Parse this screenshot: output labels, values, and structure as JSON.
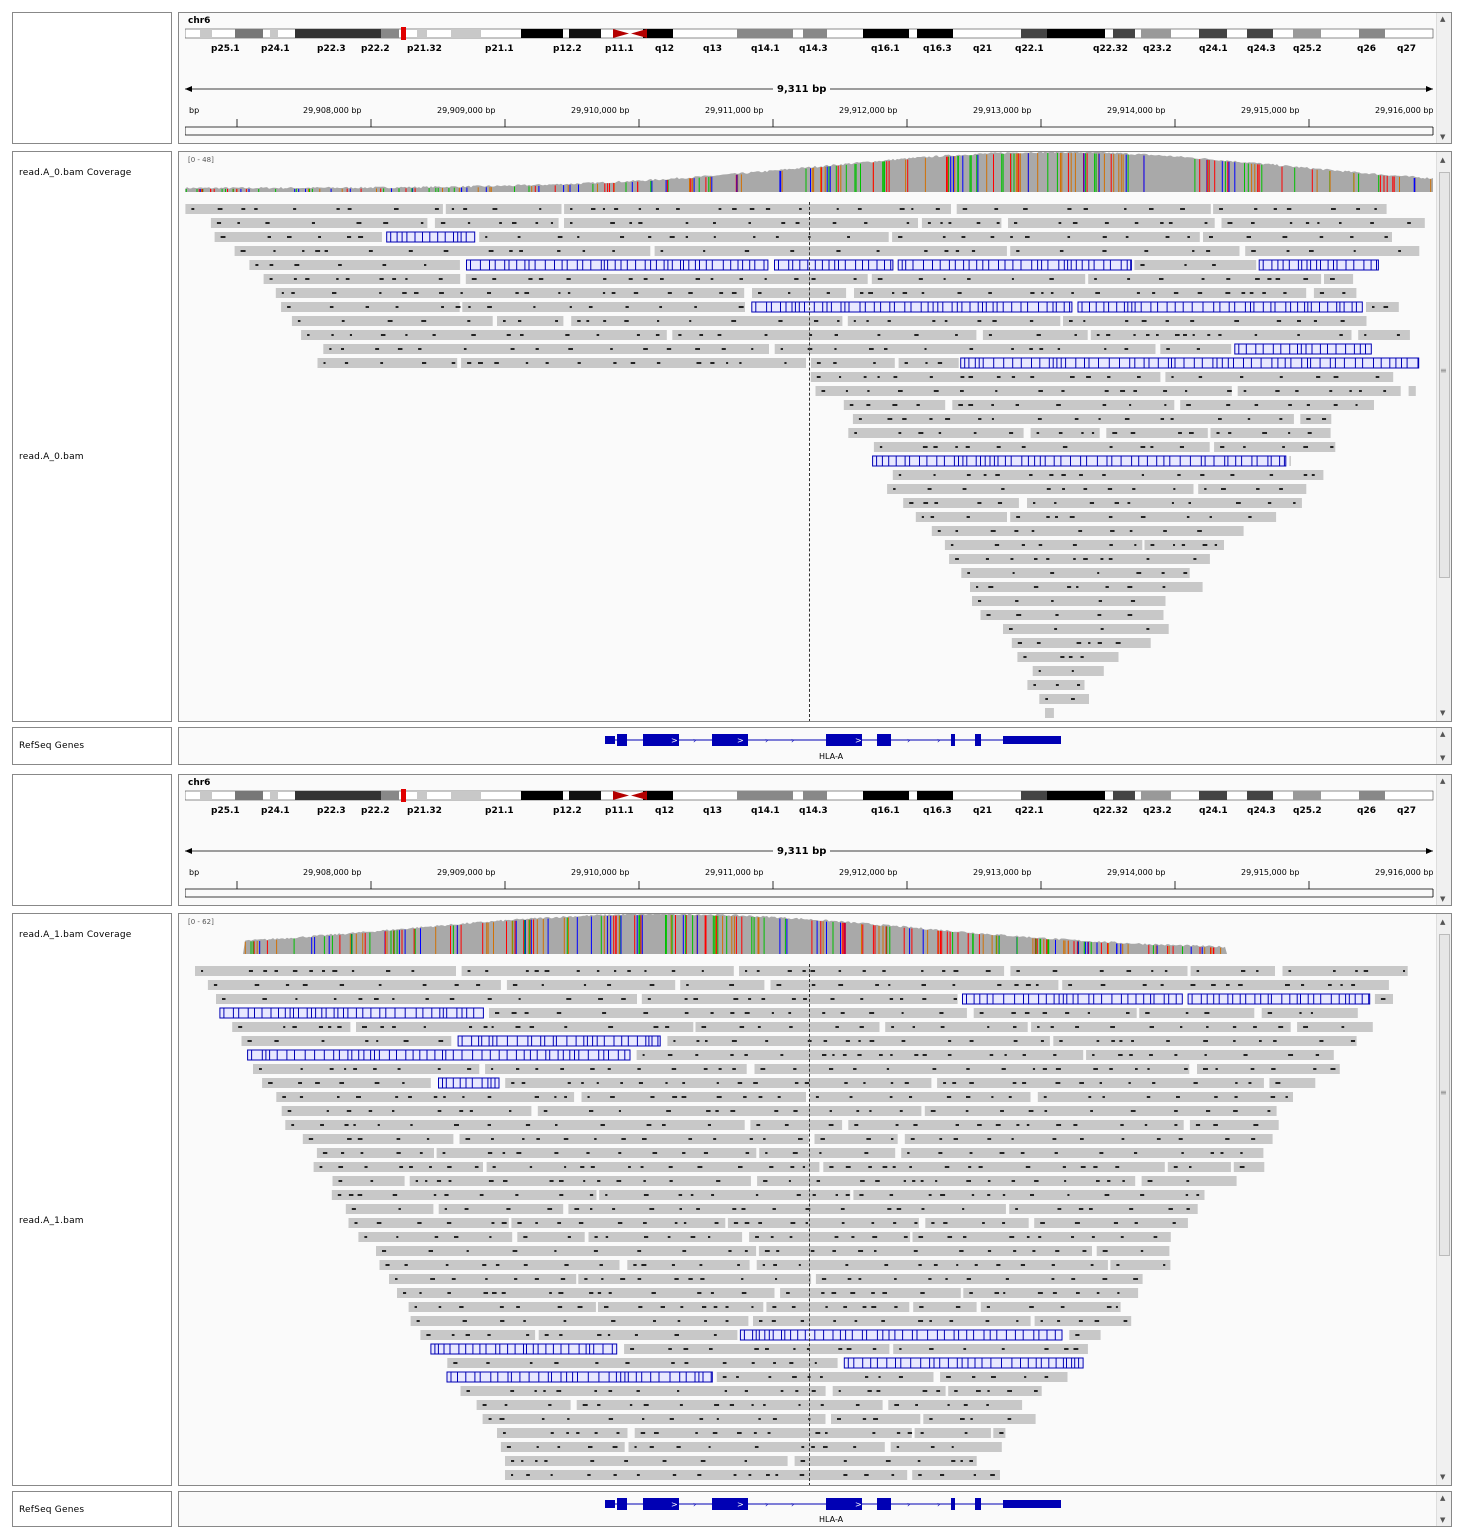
{
  "panels": [
    {
      "chromosome": "chr6",
      "span_label": "9,311 bp",
      "coverage_track_name": "read.A_0.bam Coverage",
      "coverage_range": "[0 - 48]",
      "alignment_track_name": "read.A_0.bam",
      "gene_track_name": "RefSeq Genes",
      "gene_name": "HLA-A"
    },
    {
      "chromosome": "chr6",
      "span_label": "9,311 bp",
      "coverage_track_name": "read.A_1.bam Coverage",
      "coverage_range": "[0 - 62]",
      "alignment_track_name": "read.A_1.bam",
      "gene_track_name": "RefSeq Genes",
      "gene_name": "HLA-A"
    }
  ],
  "cytobands": [
    "p25.1",
    "p24.1",
    "p22.3",
    "p22.2",
    "p21.32",
    "p21.1",
    "p12.2",
    "p11.1",
    "q12",
    "q13",
    "q14.1",
    "q14.3",
    "q16.1",
    "q16.3",
    "q21",
    "q22.1",
    "q22.32",
    "q23.2",
    "q24.1",
    "q24.3",
    "q25.2",
    "q26",
    "q27"
  ],
  "ruler_ticks": [
    "bp",
    "29,908,000 bp",
    "29,909,000 bp",
    "29,910,000 bp",
    "29,911,000 bp",
    "29,912,000 bp",
    "29,913,000 bp",
    "29,914,000 bp",
    "29,915,000 bp",
    "29,916,000 bp"
  ],
  "colors": {
    "read": "#c8c8c8",
    "mismatch_read": "#0000b4",
    "gene": "#0000b4",
    "centromere": "#b40000",
    "current_band": "#e00000",
    "coverage": "#a9a9a9",
    "base_A": "#00c000",
    "base_C": "#0000ff",
    "base_G": "#d17105",
    "base_T": "#ff0000"
  },
  "icons": [
    "scroll-up-arrow-icon",
    "scroll-down-arrow-icon",
    "scroll-grip-icon"
  ]
}
